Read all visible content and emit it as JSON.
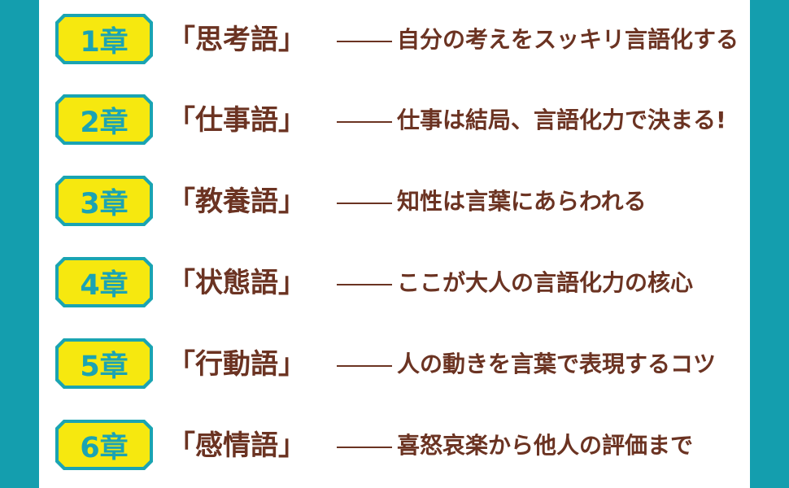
{
  "chapters": [
    {
      "badge": "1章",
      "title": "「思考語」",
      "desc": "自分の考えをスッキリ言語化する"
    },
    {
      "badge": "2章",
      "title": "「仕事語」",
      "desc": "仕事は結局、言語化力で決まる!"
    },
    {
      "badge": "3章",
      "title": "「教養語」",
      "desc": "知性は言葉にあらわれる"
    },
    {
      "badge": "4章",
      "title": "「状態語」",
      "desc": "ここが大人の言語化力の核心"
    },
    {
      "badge": "5章",
      "title": "「行動語」",
      "desc": "人の動きを言葉で表現するコツ"
    },
    {
      "badge": "6章",
      "title": "「感情語」",
      "desc": "喜怒哀楽から他人の評価まで"
    }
  ],
  "colors": {
    "frame": "#149eae",
    "badge_fill": "#f6e80f",
    "badge_text": "#1ba3b3",
    "text": "#6b3322"
  }
}
